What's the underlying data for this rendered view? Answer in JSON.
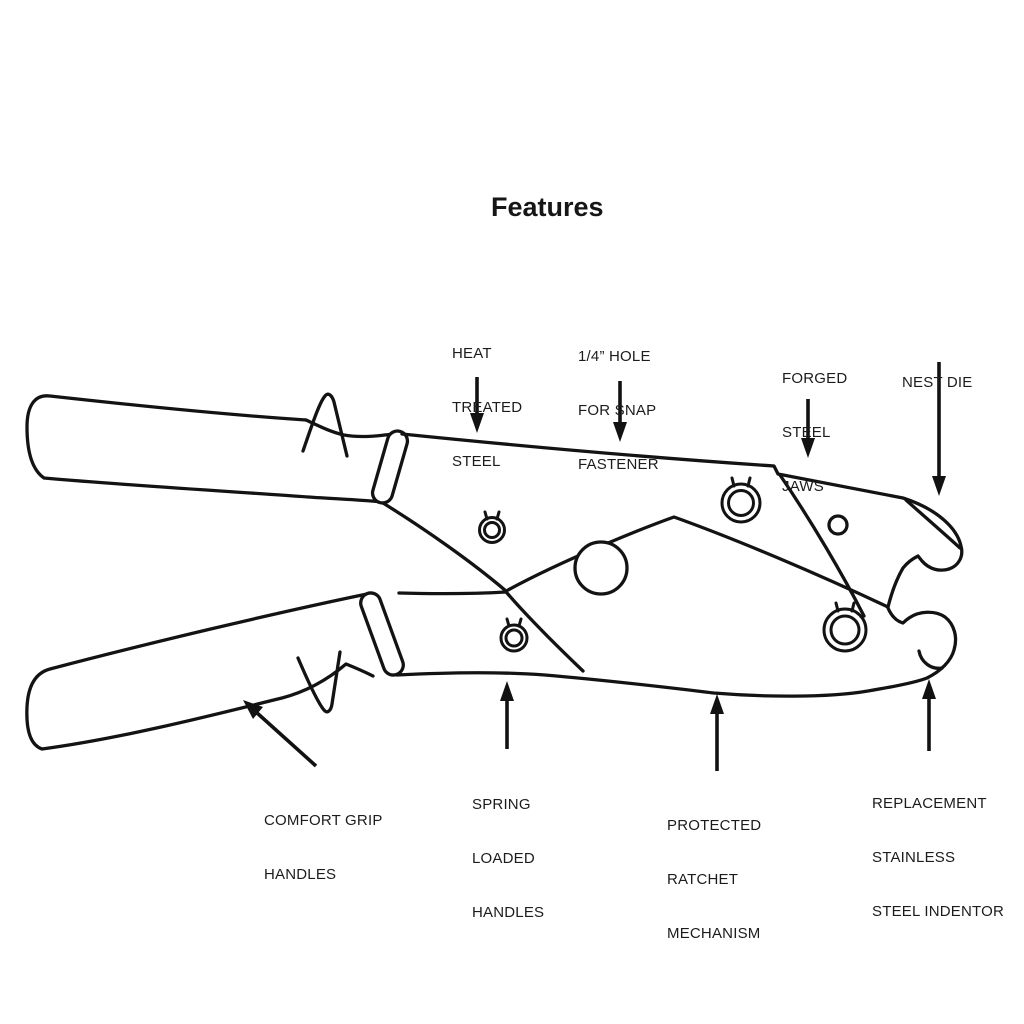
{
  "title": "Features",
  "colors": {
    "ink": "#131313",
    "background": "#ffffff"
  },
  "labels": {
    "heat_treated_steel": {
      "lines": [
        "HEAT",
        "TREATED",
        "STEEL"
      ]
    },
    "snap_fastener_hole": {
      "lines": [
        "1/4” HOLE",
        "FOR SNAP",
        "FASTENER"
      ]
    },
    "forged_steel_jaws": {
      "lines": [
        "FORGED",
        "STEEL",
        "JAWS"
      ]
    },
    "nest_die": {
      "lines": [
        "NEST DIE"
      ]
    },
    "comfort_grip_handles": {
      "lines": [
        "COMFORT GRIP",
        "HANDLES"
      ]
    },
    "spring_loaded_handles": {
      "lines": [
        "SPRING",
        "LOADED",
        "HANDLES"
      ]
    },
    "protected_ratchet": {
      "lines": [
        "PROTECTED",
        "RATCHET",
        "MECHANISM"
      ]
    },
    "replacement_indentor": {
      "lines": [
        "REPLACEMENT",
        "STAINLESS",
        "STEEL INDENTOR"
      ]
    }
  }
}
